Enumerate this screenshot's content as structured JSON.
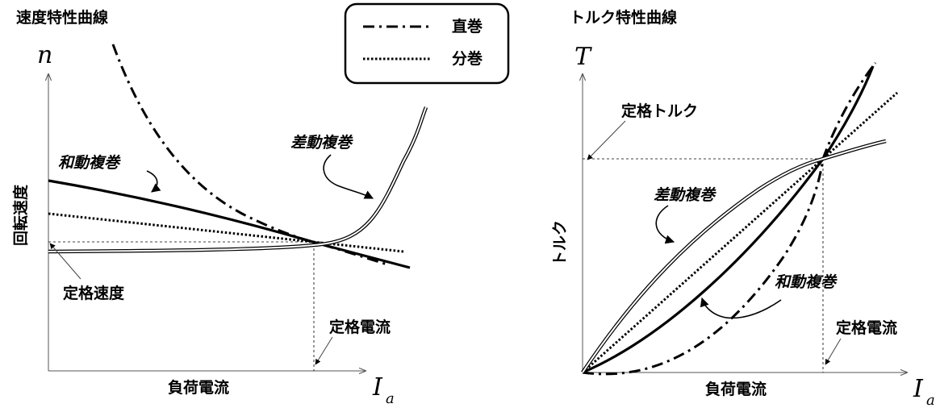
{
  "speed_chart": {
    "title": "速度特性曲線",
    "y_symbol": "n",
    "y_label": "回転速度",
    "x_symbol": "I",
    "x_symbol_sub": "a",
    "x_label": "負荷電流",
    "rated_point_label": "定格速度",
    "rated_current_label": "定格電流",
    "curve_labels": {
      "cumulative": "和動複巻",
      "differential": "差動複巻"
    }
  },
  "torque_chart": {
    "title": "トルク特性曲線",
    "y_symbol": "T",
    "y_label": "トルク",
    "x_symbol": "I",
    "x_symbol_sub": "a",
    "x_label": "負荷電流",
    "rated_point_label": "定格トルク",
    "rated_current_label": "定格電流",
    "curve_labels": {
      "differential": "差動複巻",
      "cumulative": "和動複巻"
    }
  },
  "legend": {
    "items": [
      {
        "key": "series",
        "label": "直巻",
        "style": "dash-dot"
      },
      {
        "key": "shunt",
        "label": "分巻",
        "style": "dotted"
      }
    ]
  }
}
